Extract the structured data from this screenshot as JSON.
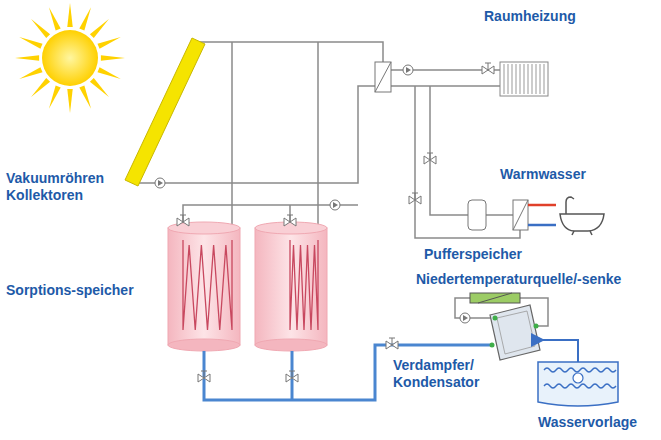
{
  "diagram": {
    "labels": [
      "Raumheizung",
      "Vakuumröhren Kollektoren",
      "Warmwasser",
      "Pufferspeicher",
      "Sorptions-speicher",
      "Niedertemperaturquelle/-senke",
      "Verdampfer/ Kondensator",
      "Wasservorlage"
    ]
  }
}
